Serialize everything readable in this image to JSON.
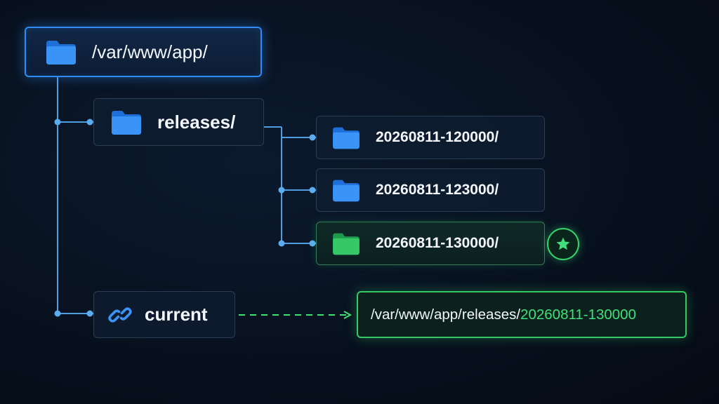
{
  "root": {
    "label": "/var/www/app/",
    "icon": "folder-icon"
  },
  "releases": {
    "label": "releases/",
    "icon": "folder-icon"
  },
  "release_dirs": [
    {
      "label": "20260811-120000/",
      "icon": "folder-icon",
      "active": false
    },
    {
      "label": "20260811-123000/",
      "icon": "folder-icon",
      "active": false
    },
    {
      "label": "20260811-130000/",
      "icon": "folder-icon",
      "active": true
    }
  ],
  "active_badge": {
    "icon": "star-icon"
  },
  "current": {
    "label": "current",
    "icon": "link-icon"
  },
  "symlink_target": {
    "prefix": "/var/www/app/releases/",
    "highlight": "20260811-130000"
  },
  "colors": {
    "accent_blue": "#2f8cf5",
    "accent_green": "#35c964",
    "connector": "#5aa6e8"
  }
}
